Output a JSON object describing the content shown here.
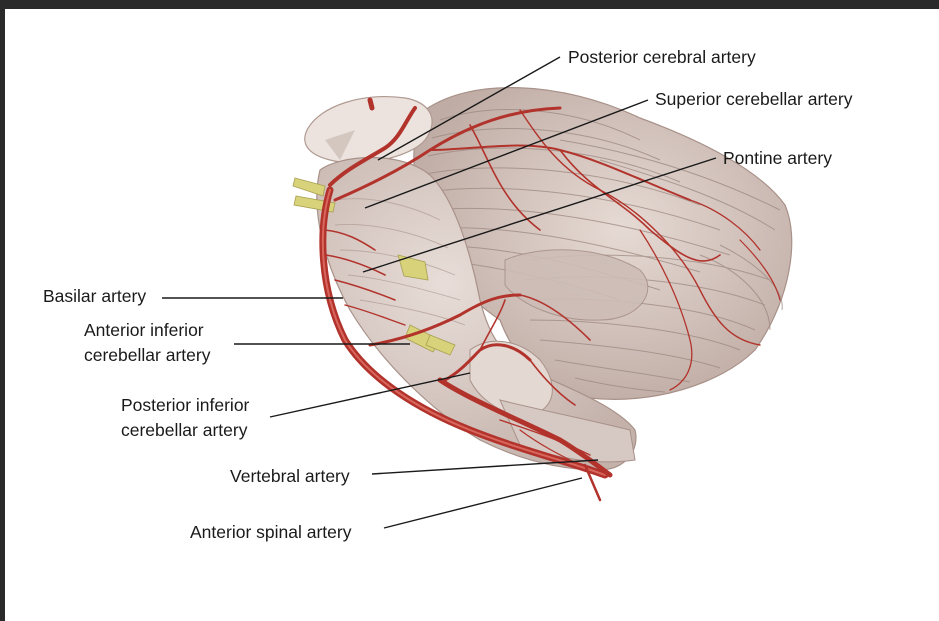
{
  "labels": {
    "posterior_cerebral": "Posterior cerebral artery",
    "superior_cerebellar": "Superior cerebellar artery",
    "pontine": "Pontine artery",
    "basilar": "Basilar artery",
    "aica_line1": "Anterior inferior",
    "aica_line2": "cerebellar artery",
    "pica_line1": "Posterior inferior",
    "pica_line2": "cerebellar artery",
    "vertebral": "Vertebral artery",
    "anterior_spinal": "Anterior spinal artery"
  },
  "colors": {
    "frame": "#2a2a2a",
    "tissue": "#d9ccc6",
    "tissue_shadow": "#b8a59d",
    "folia_line": "#9c8880",
    "artery": "#b2332c",
    "artery_highlight": "#d9665c",
    "nerve": "#d8d27a",
    "leader": "#1a1a1a"
  }
}
